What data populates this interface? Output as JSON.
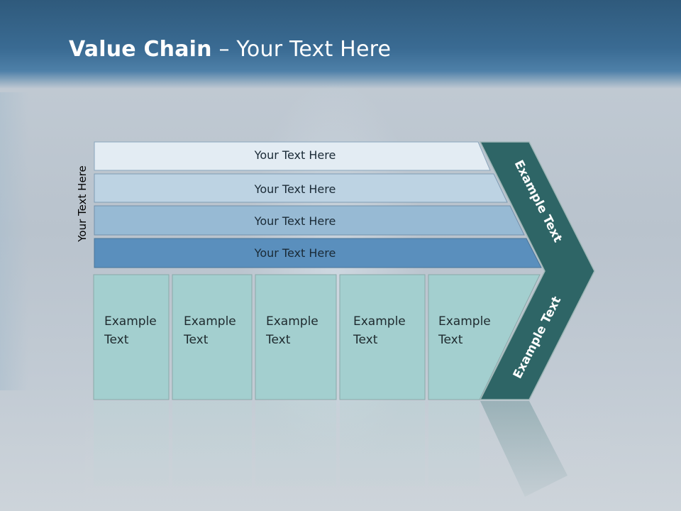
{
  "title": {
    "bold": "Value Chain",
    "rest": " – Your Text Here"
  },
  "vertical_label": "Your Text Here",
  "bars": [
    {
      "label": "Your Text Here",
      "fill": "#e3ecf3"
    },
    {
      "label": "Your Text Here",
      "fill": "#bdd3e3"
    },
    {
      "label": "Your Text Here",
      "fill": "#97bad4"
    },
    {
      "label": "Your Text Here",
      "fill": "#5a8fbd"
    }
  ],
  "cells": [
    {
      "line1": "Example",
      "line2": "Text"
    },
    {
      "line1": "Example",
      "line2": "Text"
    },
    {
      "line1": "Example",
      "line2": "Text"
    },
    {
      "line1": "Example",
      "line2": "Text"
    },
    {
      "line1": "Example",
      "line2": "Text"
    }
  ],
  "chevron": {
    "upper_label": "Example Text",
    "lower_label": "Example Text",
    "fill": "#2e6566"
  },
  "colors": {
    "cell_fill": "#a3cfcf",
    "cell_stroke": "#8aa8a8",
    "title_band": "#3a6b93"
  }
}
